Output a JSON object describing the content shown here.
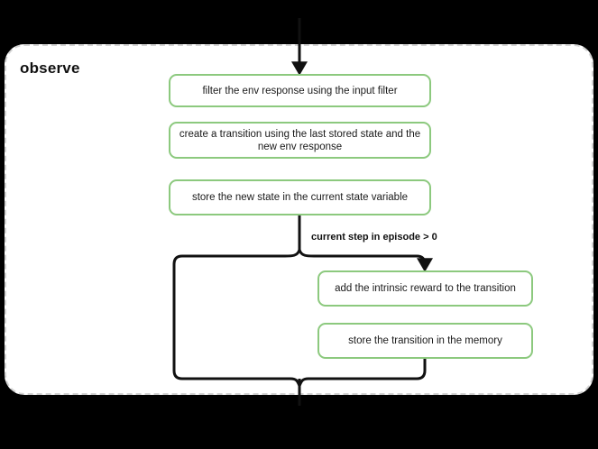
{
  "diagram": {
    "background_color": "#000000",
    "group": {
      "title": "observe",
      "border_color": "#d2d2d2",
      "fill_color": "#ffffff"
    },
    "node_border_color": "#8cc97e",
    "edge_color": "#111111",
    "nodes": [
      {
        "id": "filter",
        "label": "filter the env response using the input filter"
      },
      {
        "id": "create-transition",
        "label": "create a transition using the last stored state and the new env response"
      },
      {
        "id": "store-state",
        "label": "store the new state in the current state variable"
      },
      {
        "id": "intrinsic-reward",
        "label": "add the intrinsic reward to the transition"
      },
      {
        "id": "store-transition",
        "label": "store the transition in the memory"
      }
    ],
    "edges": [
      {
        "id": "entry",
        "label": ""
      },
      {
        "id": "branch",
        "label": "current step in episode > 0"
      }
    ]
  }
}
